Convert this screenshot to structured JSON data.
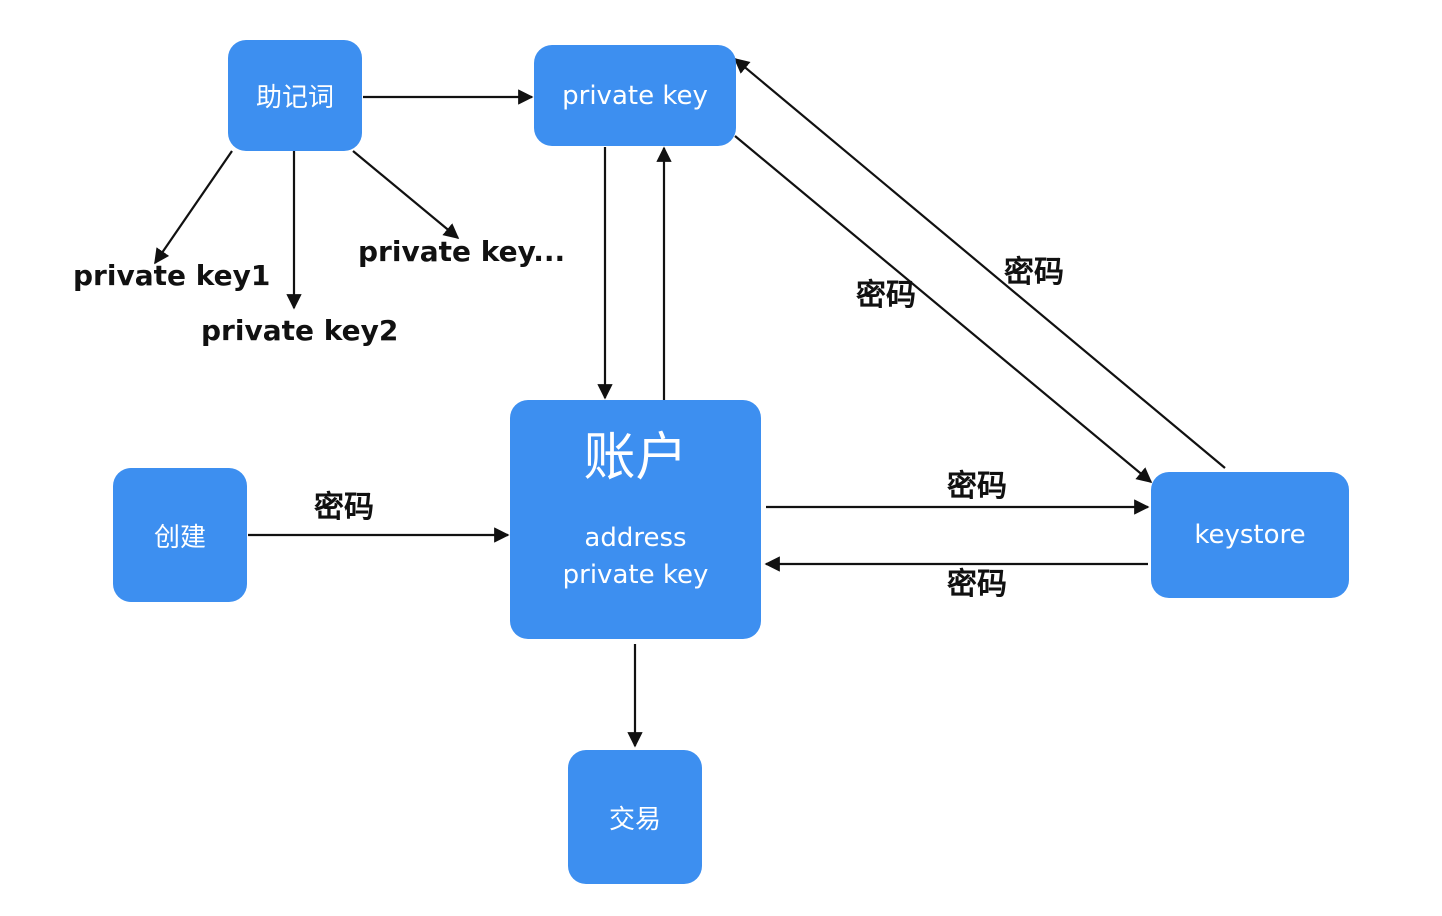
{
  "nodes": {
    "mnemonic": "助记词",
    "private_key": "private key",
    "create": "创建",
    "account": {
      "title": "账户",
      "line1": "address",
      "line2": "private key"
    },
    "keystore": "keystore",
    "trade": "交易"
  },
  "labels": {
    "private_key1": "private key1",
    "private_key2": "private key2",
    "private_key_more": "private key...",
    "pw_create": "密码",
    "pw_pk_to_keystore": "密码",
    "pw_keystore_to_pk": "密码",
    "pw_account_to_keystore": "密码",
    "pw_keystore_to_account": "密码"
  },
  "colors": {
    "node_fill": "#3d8ff0",
    "node_text": "#ffffff",
    "arrow": "#111111"
  }
}
